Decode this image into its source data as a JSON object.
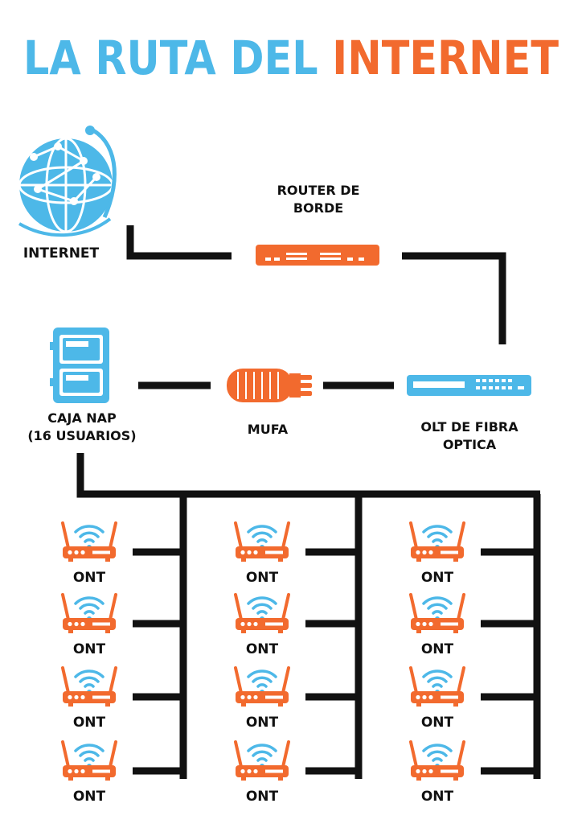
{
  "title": {
    "part1": "LA RUTA DEL",
    "part2": "INTERNET"
  },
  "colors": {
    "blue": "#4DB8E8",
    "orange": "#F26A2E",
    "line": "#111111"
  },
  "nodes": {
    "internet": {
      "label": "INTERNET",
      "icon": "globe-icon"
    },
    "router": {
      "label_line1": "ROUTER DE",
      "label_line2": "BORDE",
      "icon": "router-icon"
    },
    "olt": {
      "label_line1": "OLT DE FIBRA",
      "label_line2": "OPTICA",
      "icon": "olt-icon"
    },
    "mufa": {
      "label": "MUFA",
      "icon": "splice-closure-icon"
    },
    "nap": {
      "label_line1": "CAJA NAP",
      "label_line2": "(16 USUARIOS)",
      "icon": "nap-box-icon"
    }
  },
  "ont_label": "ONT",
  "ont_grid": {
    "columns": 3,
    "rows": 4
  }
}
